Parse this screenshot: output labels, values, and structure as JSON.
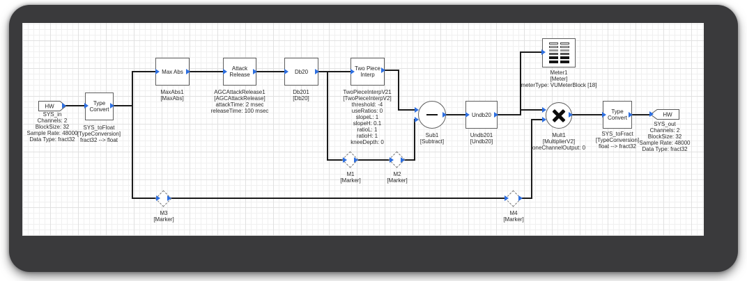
{
  "colors": {
    "port_arrow": "#2e6fe0",
    "wire": "#1a1a1a",
    "block_border": "#5d5d5d",
    "frame": "#3a3a3c",
    "grid_major": "#e1e1e1",
    "grid_minor": "#f0f0f0"
  },
  "icons": {
    "multiply": "x-cross-shape",
    "subtract": "minus-bar-shape",
    "meter": "vu-meter-bars",
    "port": "blue-right-triangle"
  },
  "canvas": {
    "blocks": {
      "sys_in": {
        "title": "HW",
        "lines": [
          "SYS_in",
          "Channels: 2",
          "BlockSize: 32",
          "Sample Rate: 48000",
          "Data Type: fract32"
        ]
      },
      "sys_to_float": {
        "title": "Type Convert",
        "lines": [
          "SYS_toFloat",
          "[TypeConversion]",
          "fract32 --> float"
        ]
      },
      "max_abs": {
        "title": "Max Abs",
        "lines": [
          "MaxAbs1",
          "[MaxAbs]"
        ]
      },
      "attack_release": {
        "title": "Attack Release",
        "lines": [
          "AGCAttackRelease1",
          "[AGCAttackRelease]",
          "attackTime: 2 msec",
          "releaseTime: 100 msec"
        ]
      },
      "db20": {
        "title": "Db20",
        "lines": [
          "Db201",
          "[Db20]"
        ]
      },
      "two_piece_interp": {
        "title": "Two Piece Interp",
        "lines": [
          "TwoPieceInterpV21",
          "[TwoPieceInterpV2]",
          "threshold: -4",
          "useRatios: 0",
          "slopeL: 1",
          "slopeH: 0.1",
          "ratioL: 1",
          "ratioH: 1",
          "kneeDepth: 0"
        ]
      },
      "sub1": {
        "lines": [
          "Sub1",
          "[Subtract]"
        ]
      },
      "undb20": {
        "title": "Undb20",
        "lines": [
          "Undb201",
          "[Undb20]"
        ]
      },
      "meter1": {
        "lines": [
          "Meter1",
          "[Meter]",
          "meterType: VUMeterBlock [18]"
        ]
      },
      "mult1": {
        "lines": [
          "Mult1",
          "[MultiplierV2]",
          "oneChannelOutput: 0"
        ]
      },
      "sys_to_fract": {
        "title": "Type Convert",
        "lines": [
          "SYS_toFract",
          "[TypeConversion]",
          "float --> fract32"
        ]
      },
      "sys_out": {
        "title": "HW",
        "lines": [
          "SYS_out",
          "Channels: 2",
          "BlockSize: 32",
          "Sample Rate: 48000",
          "Data Type: fract32"
        ]
      },
      "m1": {
        "lines": [
          "M1",
          "[Marker]"
        ]
      },
      "m2": {
        "lines": [
          "M2",
          "[Marker]"
        ]
      },
      "m3": {
        "lines": [
          "M3",
          "[Marker]"
        ]
      },
      "m4": {
        "lines": [
          "M4",
          "[Marker]"
        ]
      }
    }
  }
}
